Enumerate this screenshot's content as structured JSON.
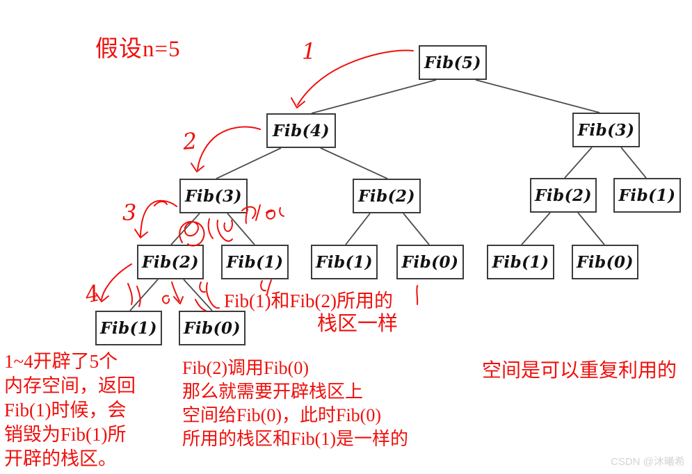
{
  "title": "假设n=5",
  "watermark": "CSDN @沐曦希",
  "colors": {
    "red": "#ee100c",
    "border": "#3b3b3b",
    "edge": "#4d4d4d",
    "watermark": "#d4d4d4"
  },
  "tree": {
    "type": "recursion-tree",
    "nodes": [
      {
        "label": "Fib(5)",
        "level": 1
      },
      {
        "label": "Fib(4)",
        "level": 2
      },
      {
        "label": "Fib(3)",
        "level": 2
      },
      {
        "label": "Fib(3)",
        "level": 3
      },
      {
        "label": "Fib(2)",
        "level": 3
      },
      {
        "label": "Fib(2)",
        "level": 3
      },
      {
        "label": "Fib(1)",
        "level": 3
      },
      {
        "label": "Fib(2)",
        "level": 4
      },
      {
        "label": "Fib(1)",
        "level": 4
      },
      {
        "label": "Fib(1)",
        "level": 4
      },
      {
        "label": "Fib(0)",
        "level": 4
      },
      {
        "label": "Fib(1)",
        "level": 4
      },
      {
        "label": "Fib(0)",
        "level": 4
      },
      {
        "label": "Fib(1)",
        "level": 5
      },
      {
        "label": "Fib(0)",
        "level": 5
      }
    ]
  },
  "handwritten_marks": {
    "step1": "1",
    "step2": "2",
    "step3": "3",
    "step4": "4"
  },
  "notes": {
    "mid": {
      "line1": "Fib(1)和Fib(2)所用的",
      "line2": "栈区一样"
    },
    "bottom_left": {
      "lines": [
        "1~4开辟了5个",
        "内存空间，返回",
        "Fib(1)时候，会",
        "销毁为Fib(1)所",
        "开辟的栈区。"
      ]
    },
    "bottom_mid": {
      "lines": [
        "Fib(2)调用Fib(0)",
        "那么就需要开辟栈区上",
        "空间给Fib(0)，此时Fib(0)",
        "所用的栈区和Fib(1)是一样的"
      ]
    },
    "bottom_right": "空间是可以重复利用的"
  }
}
